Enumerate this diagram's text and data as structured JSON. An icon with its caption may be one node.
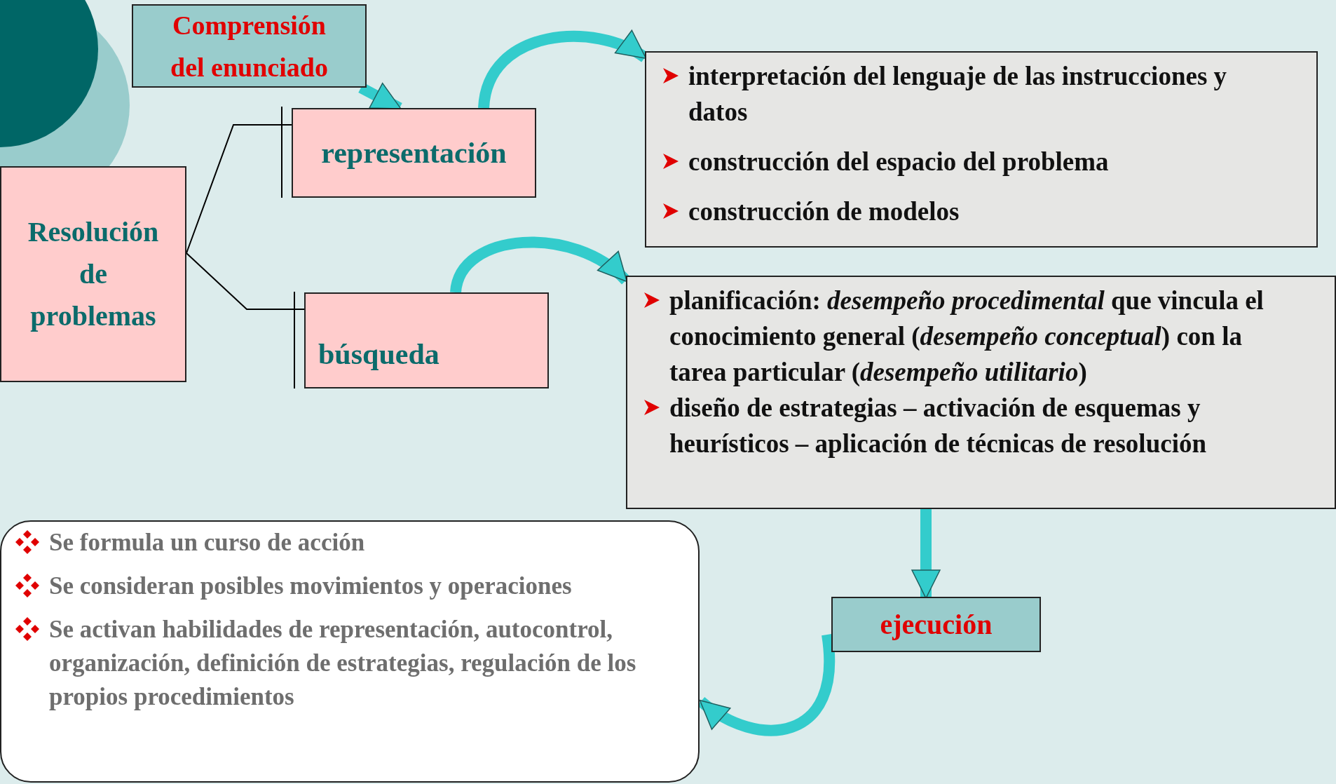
{
  "diagram": {
    "nodes": [
      {
        "text": [
          "Comprensión del enunciado"
        ]
      },
      {
        "text": [
          "representación"
        ]
      },
      {
        "text": [
          "Resolución de problemas"
        ]
      },
      {
        "text": [
          "búsqueda"
        ]
      },
      {
        "text": [
          "interpretación del lenguaje de las instrucciones y datos",
          "construcción del espacio del problema",
          "construcción de modelos"
        ]
      },
      {
        "text": [
          "planificación: *desempeño procedimental* que vincula el conocimiento general (*desempeño conceptual*) con la tarea particular (*desempeño utilitario*)",
          "diseño de estrategias – activación de esquemas y heurísticos – aplicación de técnicas de resolución"
        ]
      },
      {
        "text": [
          "ejecución"
        ]
      },
      {
        "text": [
          "Se formula un curso de acción",
          "Se consideran posibles movimientos y operaciones",
          "Se activan habilidades de representación, autocontrol, organización, definición de estrategias, regulación de los propios procedimientos"
        ]
      }
    ],
    "edges": [
      {
        "from": 0,
        "to": 1,
        "arrow": "to"
      },
      {
        "from": 2,
        "to": 1,
        "arrow": "none",
        "color": "#000000"
      },
      {
        "from": 2,
        "to": 3,
        "arrow": "none",
        "color": "#000000"
      },
      {
        "from": 1,
        "to": 4,
        "arrow": "to"
      },
      {
        "from": 3,
        "to": 5,
        "arrow": "to"
      },
      {
        "from": 5,
        "to": 6,
        "arrow": "to"
      },
      {
        "from": 6,
        "to": 7,
        "arrow": "to"
      }
    ]
  }
}
